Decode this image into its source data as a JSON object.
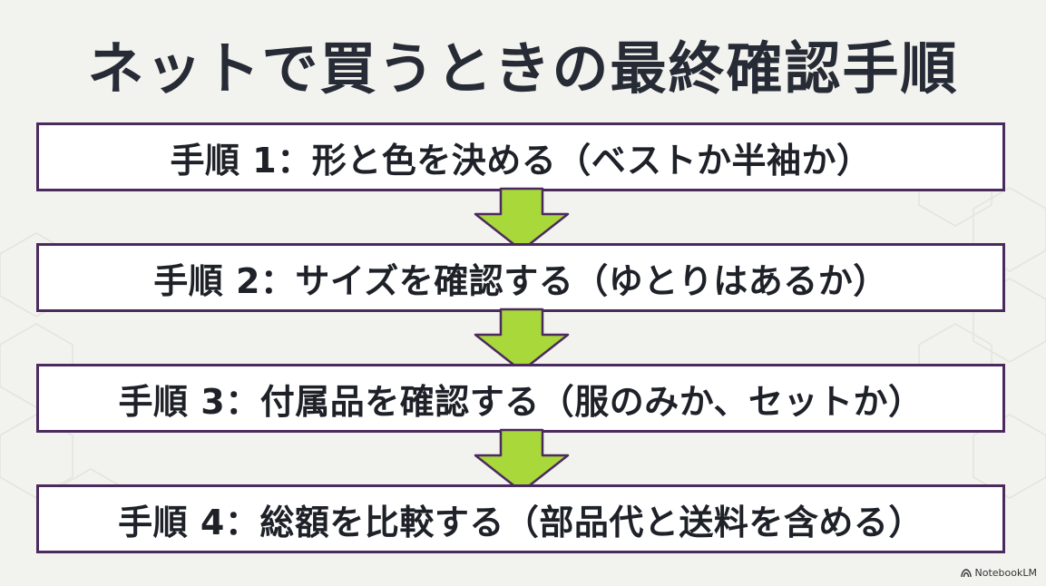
{
  "title": "ネットで買うときの最終確認手順",
  "steps": [
    {
      "label": "手順 1：形と色を決める（ベストか半袖か）"
    },
    {
      "label": "手順 2：サイズを確認する（ゆとりはあるか）"
    },
    {
      "label": "手順 3：付属品を確認する（服のみか、セットか）"
    },
    {
      "label": "手順 4：総額を比較する（部品代と送料を含める）"
    }
  ],
  "colors": {
    "box_border": "#4b2a5e",
    "arrow_fill": "#a8d83a",
    "arrow_stroke": "#4b2a5e"
  },
  "brand": {
    "icon": "notebooklm-logo-icon",
    "label": "NotebookLM"
  }
}
